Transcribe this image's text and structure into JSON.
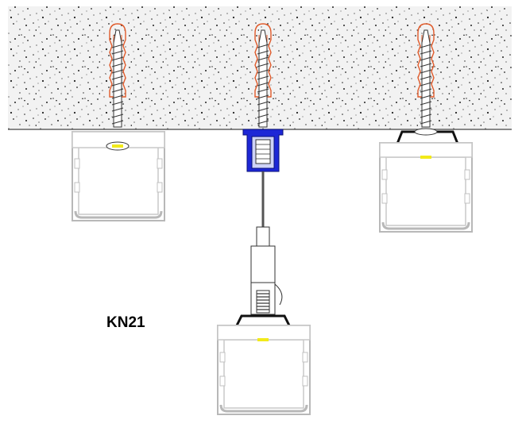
{
  "diagram": {
    "model_label": "KN21",
    "mounting_options": [
      {
        "id": "direct-screw-mount"
      },
      {
        "id": "suspension-cable-mount"
      },
      {
        "id": "clip-bracket-mount"
      }
    ],
    "colors": {
      "concrete": "#efefef",
      "concrete_speckle": "#222222",
      "screw": "#555555",
      "anchor_plug": "#e05a2a",
      "ceiling_canopy": "#1d27d6",
      "profile_outline": "#b8b8b8",
      "profile_fill": "#ffffff",
      "led_strip": "#f2ea1a",
      "bracket": "#111111"
    }
  }
}
